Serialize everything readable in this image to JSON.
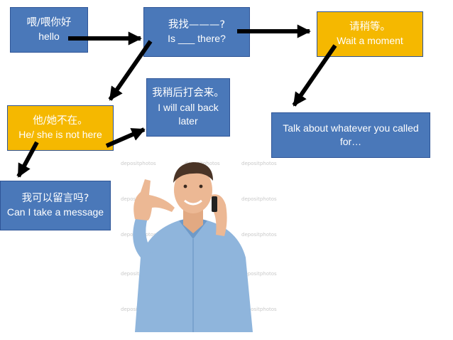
{
  "boxes": {
    "hello": {
      "zh": "喂/喂你好",
      "en": "hello",
      "color": "#4a78b9"
    },
    "find": {
      "zh": "我找———?",
      "en": "Is ___ there?",
      "color": "#4a78b9"
    },
    "wait": {
      "zh": "请稍等。",
      "en": "Wait a moment",
      "color": "#f5b800"
    },
    "callback": {
      "zh": "我稍后打会来。",
      "en": "I will call back later",
      "color": "#4a78b9"
    },
    "notHere": {
      "zh": "他/她不在。",
      "en": "He/ she is not here",
      "color": "#f5b800"
    },
    "message": {
      "zh": "我可以留言吗?",
      "en": "Can I take a message",
      "color": "#4a78b9"
    },
    "talk": {
      "en": "Talk about whatever you called for…",
      "color": "#4a78b9"
    }
  },
  "photo": {
    "watermark": "depositphotos",
    "icon": "man-on-phone-icon"
  }
}
